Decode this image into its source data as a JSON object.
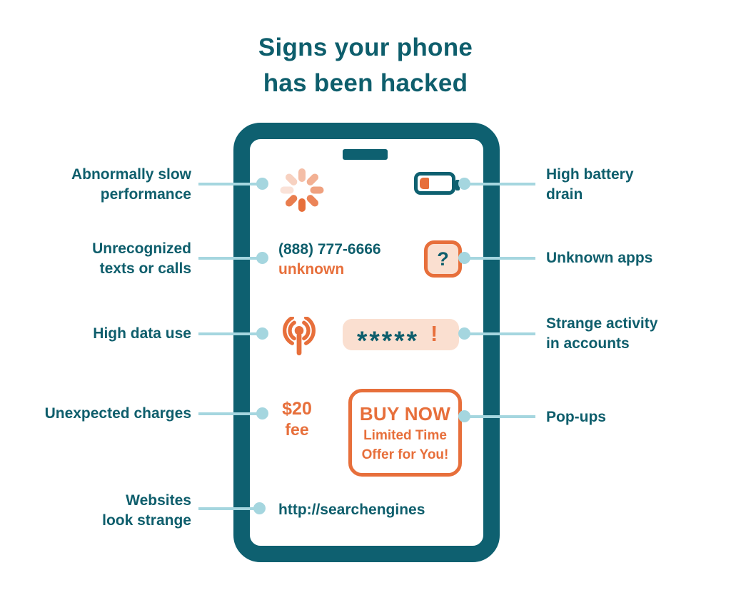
{
  "title": "Signs your phone\nhas been hacked",
  "colors": {
    "teal": "#0e5e6c",
    "bezel_teal": "#0e6070",
    "orange": "#e76f3b",
    "peach": "#fadfd0",
    "connector_blue": "#a5d6df",
    "background": "#ffffff"
  },
  "left_signs": [
    {
      "label": "Abnormally slow\nperformance"
    },
    {
      "label": "Unrecognized\ntexts or calls"
    },
    {
      "label": "High data use"
    },
    {
      "label": "Unexpected charges"
    },
    {
      "label": "Websites\nlook strange"
    }
  ],
  "right_signs": [
    {
      "label": "High battery\ndrain"
    },
    {
      "label": "Unknown apps"
    },
    {
      "label": "Strange activity\nin accounts"
    },
    {
      "label": "Pop-ups"
    }
  ],
  "phone": {
    "call": {
      "number": "(888) 777-6666",
      "caller": "unknown"
    },
    "unknown_app_glyph": "?",
    "password": {
      "mask": "*****",
      "alert": "!"
    },
    "charge": {
      "amount": "$20",
      "unit": "fee"
    },
    "popup": {
      "headline": "BUY NOW",
      "line2": "Limited Time",
      "line3": "Offer for You!"
    },
    "address_bar": "http://searchengines"
  }
}
